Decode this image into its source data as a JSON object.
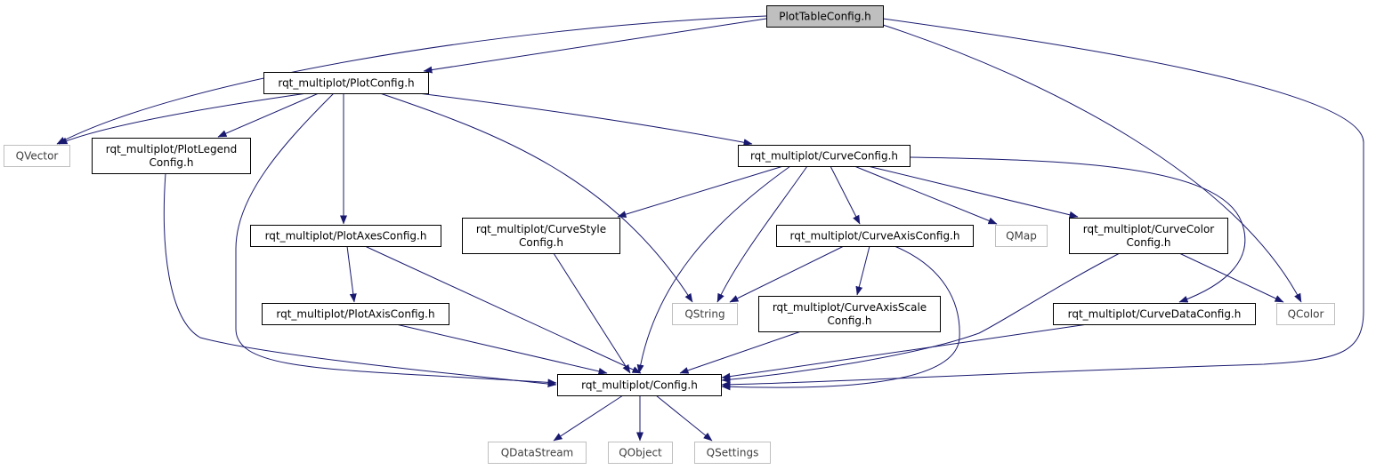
{
  "colors": {
    "edge": "#191970",
    "node_border": "#000000",
    "node_fill": "#ffffff",
    "root_fill": "#bfbfbf",
    "external_border": "#bfbfbf",
    "external_text": "#404040",
    "text": "#000000"
  },
  "nodes": [
    {
      "id": "root",
      "kind": "root",
      "lines": [
        "PlotTableConfig.h"
      ]
    },
    {
      "id": "plotconfig",
      "kind": "internal",
      "lines": [
        "rqt_multiplot/PlotConfig.h"
      ]
    },
    {
      "id": "qvector",
      "kind": "external",
      "lines": [
        "QVector"
      ]
    },
    {
      "id": "plotlegend",
      "kind": "internal",
      "lines": [
        "rqt_multiplot/PlotLegend",
        "Config.h"
      ]
    },
    {
      "id": "curveconfig",
      "kind": "internal",
      "lines": [
        "rqt_multiplot/CurveConfig.h"
      ]
    },
    {
      "id": "plotaxes",
      "kind": "internal",
      "lines": [
        "rqt_multiplot/PlotAxesConfig.h"
      ]
    },
    {
      "id": "curvestyle",
      "kind": "internal",
      "lines": [
        "rqt_multiplot/CurveStyle",
        "Config.h"
      ]
    },
    {
      "id": "curveaxis",
      "kind": "internal",
      "lines": [
        "rqt_multiplot/CurveAxisConfig.h"
      ]
    },
    {
      "id": "qmap",
      "kind": "external",
      "lines": [
        "QMap"
      ]
    },
    {
      "id": "curvecolor",
      "kind": "internal",
      "lines": [
        "rqt_multiplot/CurveColor",
        "Config.h"
      ]
    },
    {
      "id": "plotaxis",
      "kind": "internal",
      "lines": [
        "rqt_multiplot/PlotAxisConfig.h"
      ]
    },
    {
      "id": "qstring",
      "kind": "external",
      "lines": [
        "QString"
      ]
    },
    {
      "id": "curveaxisscale",
      "kind": "internal",
      "lines": [
        "rqt_multiplot/CurveAxisScale",
        "Config.h"
      ]
    },
    {
      "id": "curvedata",
      "kind": "internal",
      "lines": [
        "rqt_multiplot/CurveDataConfig.h"
      ]
    },
    {
      "id": "qcolor",
      "kind": "external",
      "lines": [
        "QColor"
      ]
    },
    {
      "id": "config",
      "kind": "internal",
      "lines": [
        "rqt_multiplot/Config.h"
      ]
    },
    {
      "id": "qdatastream",
      "kind": "external",
      "lines": [
        "QDataStream"
      ]
    },
    {
      "id": "qobject",
      "kind": "external",
      "lines": [
        "QObject"
      ]
    },
    {
      "id": "qsettings",
      "kind": "external",
      "lines": [
        "QSettings"
      ]
    }
  ],
  "edges": [
    {
      "from": "root",
      "to": "plotconfig"
    },
    {
      "from": "root",
      "to": "qvector"
    },
    {
      "from": "root",
      "to": "qcolor"
    },
    {
      "from": "root",
      "to": "config"
    },
    {
      "from": "plotconfig",
      "to": "qvector"
    },
    {
      "from": "plotconfig",
      "to": "plotlegend"
    },
    {
      "from": "plotconfig",
      "to": "config"
    },
    {
      "from": "plotconfig",
      "to": "plotaxes"
    },
    {
      "from": "plotconfig",
      "to": "qstring"
    },
    {
      "from": "plotconfig",
      "to": "curveconfig"
    },
    {
      "from": "plotlegend",
      "to": "config"
    },
    {
      "from": "curveconfig",
      "to": "curvestyle"
    },
    {
      "from": "curveconfig",
      "to": "config"
    },
    {
      "from": "curveconfig",
      "to": "qstring"
    },
    {
      "from": "curveconfig",
      "to": "curveaxis"
    },
    {
      "from": "curveconfig",
      "to": "qmap"
    },
    {
      "from": "curveconfig",
      "to": "curvecolor"
    },
    {
      "from": "curveconfig",
      "to": "curvedata"
    },
    {
      "from": "plotaxes",
      "to": "plotaxis"
    },
    {
      "from": "plotaxes",
      "to": "config"
    },
    {
      "from": "curvestyle",
      "to": "config"
    },
    {
      "from": "curveaxis",
      "to": "qstring"
    },
    {
      "from": "curveaxis",
      "to": "curveaxisscale"
    },
    {
      "from": "curveaxis",
      "to": "config"
    },
    {
      "from": "curvecolor",
      "to": "config"
    },
    {
      "from": "curvecolor",
      "to": "qcolor"
    },
    {
      "from": "plotaxis",
      "to": "config"
    },
    {
      "from": "curveaxisscale",
      "to": "config"
    },
    {
      "from": "curvedata",
      "to": "config"
    },
    {
      "from": "config",
      "to": "qdatastream"
    },
    {
      "from": "config",
      "to": "qobject"
    },
    {
      "from": "config",
      "to": "qsettings"
    }
  ]
}
